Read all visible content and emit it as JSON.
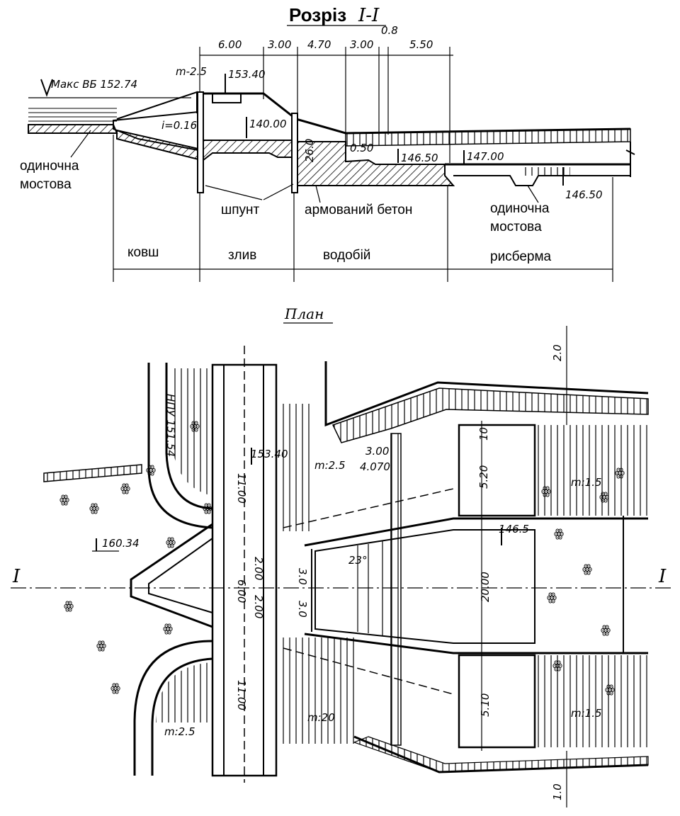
{
  "section": {
    "title": "Розріз",
    "title_mark": "I-I",
    "dimensions": [
      "6.00",
      "3.00",
      "4.70",
      "3.00",
      "0.8",
      "5.50"
    ],
    "max_level": "Макс ВБ 152.74",
    "slope_top": "m-2.5",
    "slope_i": "i=0.16",
    "elevations": [
      "153.40",
      "140.00",
      "0.50",
      "26.0",
      "146.50",
      "147.00",
      "146.50"
    ],
    "labels": {
      "masonry_left": "одиночна мостова",
      "sheet_pile": "шпунт",
      "concrete": "армований бетон",
      "masonry_right": "одиночна мостова"
    },
    "zones": [
      "ковш",
      "злив",
      "водобій",
      "рисберма"
    ]
  },
  "plan": {
    "title": "План",
    "nnp_label": "НПУ 151.54",
    "elev_crest": "153.40",
    "elev_left": "160.34",
    "elev_basin": "146.5",
    "slopes": [
      "m:2.5",
      "m:1.5",
      "m:1.5",
      "m:20",
      "m:2.5"
    ],
    "dims_vertical": [
      "11.00",
      "6.00",
      "2.00",
      "2.00",
      "11.00"
    ],
    "dims_right": [
      "10",
      "5.20",
      "20.00",
      "5.10"
    ],
    "dims_small": [
      "3.00",
      "4.070",
      "3.0",
      "3.0"
    ],
    "angle": "23°",
    "edge_dims": [
      "2.0",
      "1.0"
    ],
    "section_marks": [
      "I",
      "I"
    ]
  }
}
